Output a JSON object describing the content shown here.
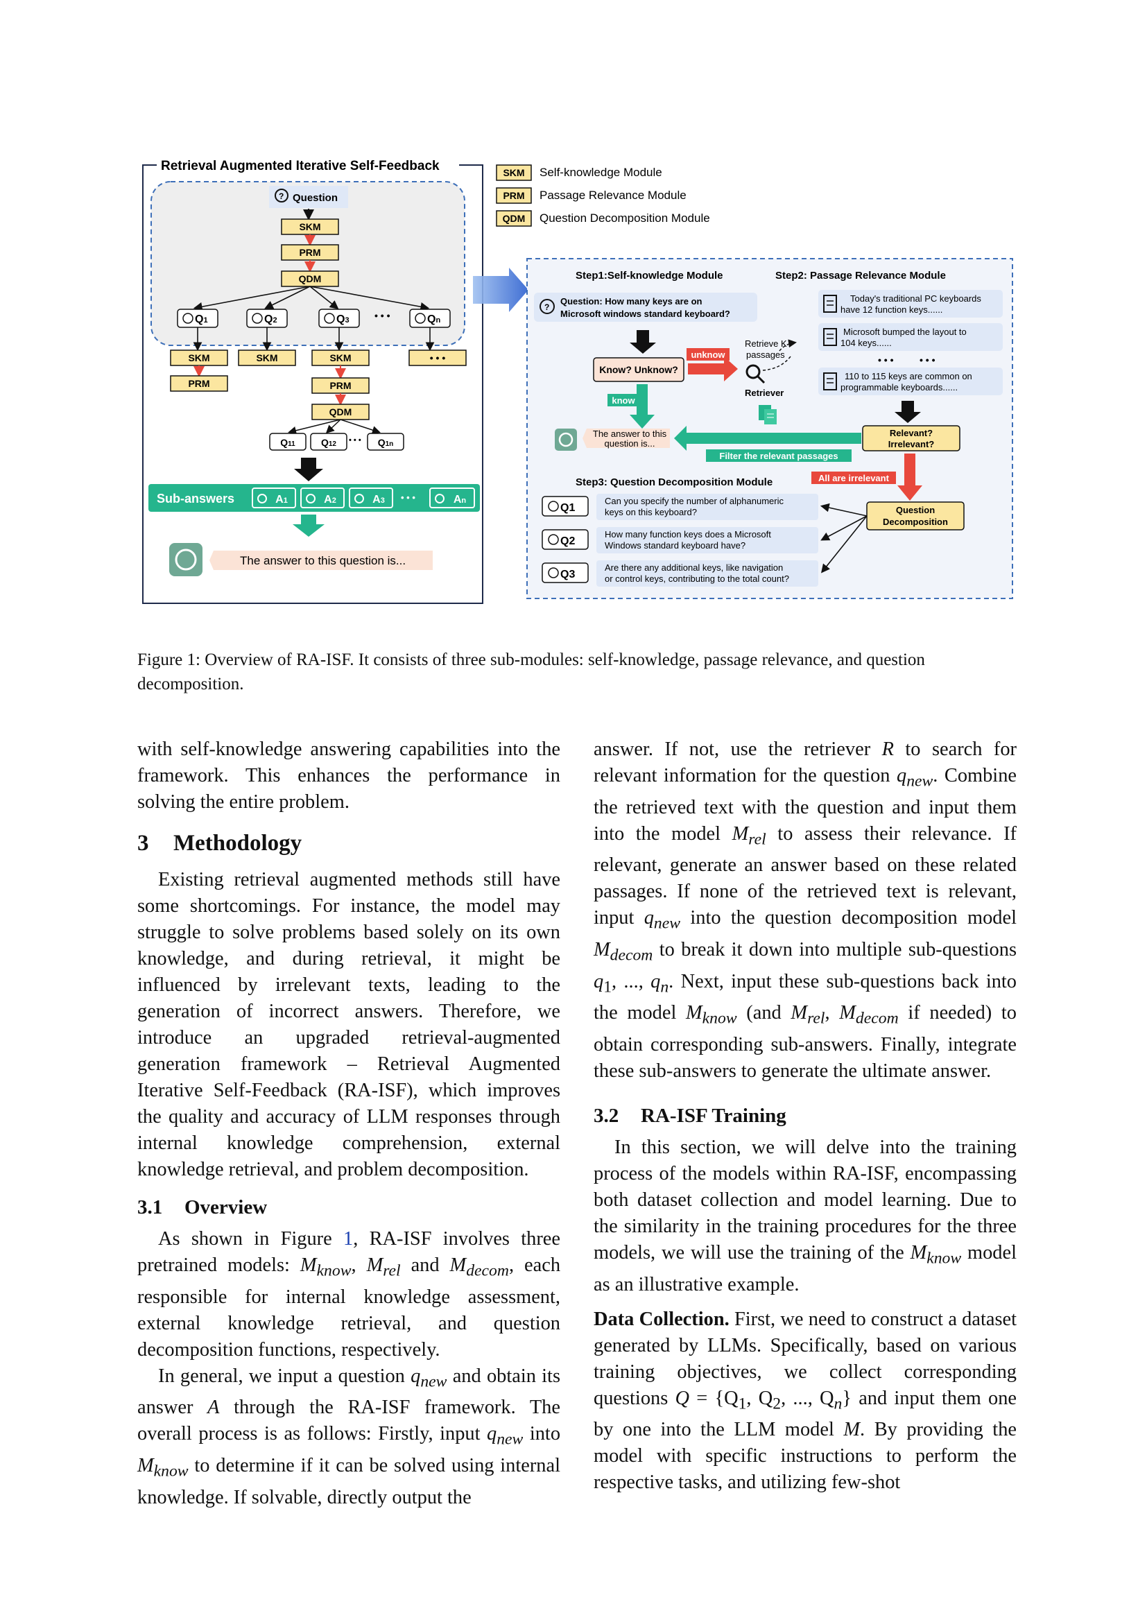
{
  "figure": {
    "left_panel_title": "Retrieval Augmented Iterative Self-Feedback",
    "legend": [
      {
        "abbr": "SKM",
        "label": "Self-knowledge Module"
      },
      {
        "abbr": "PRM",
        "label": "Passage Relevance Module"
      },
      {
        "abbr": "QDM",
        "label": "Question Decomposition Module"
      }
    ],
    "question_label": "Question",
    "skm": "SKM",
    "prm": "PRM",
    "qdm": "QDM",
    "q1": "Q",
    "q1_sub": "1",
    "q2": "Q",
    "q2_sub": "2",
    "q3": "Q",
    "q3_sub": "3",
    "qn": "Q",
    "qn_sub": "n",
    "dots": "• • •",
    "q11": "Q",
    "q11_sub": "11",
    "q12": "Q",
    "q12_sub": "12",
    "q1n": "Q",
    "q1n_sub": "1n",
    "sub_answers": "Sub-answers",
    "a1": "A",
    "a1_sub": "1",
    "a2": "A",
    "a2_sub": "2",
    "a3": "A",
    "a3_sub": "3",
    "an": "A",
    "an_sub": "n",
    "final_answer": "The answer to this question is...",
    "step1_title": "Step1:Self-knowledge Module",
    "step2_title": "Step2: Passage Relevance Module",
    "step3_title": "Step3: Question Decomposition Module",
    "step1_question_line1": "Question: How many keys are on",
    "step1_question_line2": "Microsoft windows standard keyboard?",
    "know_unknow": "Know? Unknow?",
    "unknow_tag": "unknow",
    "know_tag": "know",
    "retrieve_k_line1": "Retrieve K",
    "retrieve_k_line2": "passages",
    "retriever": "Retriever",
    "answer_small_line1": "The answer to this",
    "answer_small_line2": "question is...",
    "filter_label": "Filter the relevant passages",
    "passage1_line1": "Today's traditional PC keyboards",
    "passage1_line2": "have 12 function keys......",
    "passage2_line1": "Microsoft bumped the layout to",
    "passage2_line2": "104 keys......",
    "passage3_line1": "110 to 115 keys are common on",
    "passage3_line2": "programmable keyboards......",
    "relevant_line1": "Relevant?",
    "relevant_line2": "Irrelevant?",
    "all_irrelevant": "All are irrelevant",
    "qd_line1": "Question",
    "qd_line2": "Decomposition",
    "sq1_label": "Q1",
    "sq2_label": "Q2",
    "sq3_label": "Q3",
    "sq1_line1": "Can you specify the number of  alphanumeric",
    "sq1_line2": "keys on this keyboard?",
    "sq2_line1": "How many function keys does a Microsoft",
    "sq2_line2": "Windows standard keyboard have?",
    "sq3_line1": "Are there any additional keys, like navigation",
    "sq3_line2": "or control keys, contributing to the total count?",
    "colors": {
      "yellow": "#fbe6a0",
      "green": "#25b58d",
      "blue_bg": "#dfe8f7",
      "red": "#e8483c",
      "peach": "#fbe3d6",
      "dashed": "#3d6fb8"
    }
  },
  "caption": "Figure 1: Overview of RA-ISF. It consists of three sub-modules: self-knowledge, passage relevance, and question decomposition.",
  "left": {
    "p0": "with self-knowledge answering capabilities into the framework. This enhances the performance in solving the entire problem.",
    "sec3_num": "3",
    "sec3_title": "Methodology",
    "p1": "Existing retrieval augmented methods still have some shortcomings. For instance, the model may struggle to solve problems based solely on its own knowledge, and during retrieval, it might be influenced by irrelevant texts, leading to the generation of incorrect answers. Therefore, we introduce an upgraded retrieval-augmented generation framework – Retrieval Augmented Iterative Self-Feedback (RA-ISF), which improves the quality and accuracy of LLM responses through internal knowledge comprehension, external knowledge retrieval, and problem decomposition.",
    "sub31_num": "3.1",
    "sub31_title": "Overview",
    "p2_a": "As shown in Figure ",
    "p2_ref": "1",
    "p2_b": ", RA-ISF involves three pretrained models: ",
    "mk": "M",
    "know": "know",
    "rel": "rel",
    "decom": "decom",
    "p2_c": " and ",
    "p2_d": ", each responsible for internal knowledge assessment, external knowledge retrieval, and question decomposition functions, respectively.",
    "p3_a": "In general, we input a question ",
    "q": "q",
    "new": "new",
    "p3_b": " and obtain its answer ",
    "A": "A",
    "p3_c": " through the RA-ISF framework. The overall process is as follows: Firstly, input ",
    "p3_d": " into ",
    "p3_e": " to determine if it can be solved using internal knowledge. If solvable, directly output the"
  },
  "right": {
    "p4_a": "answer. If not, use the retriever ",
    "R": "R",
    "p4_b": " to search for relevant information for the question ",
    "p4_c": ". Combine the retrieved text with the question and input them into the model ",
    "p4_d": " to assess their relevance. If relevant, generate an answer based on these related passages. If none of the retrieved text is relevant, input ",
    "p4_e": " into the question decomposition model ",
    "p4_f": " to break it down into multiple sub-questions ",
    "q1": "q",
    "s1": "1",
    "qn": "q",
    "sn": "n",
    "p4_g": ". Next, input these sub-questions back into the model ",
    "p4_h": " (and ",
    "p4_i": " if needed) to obtain corresponding sub-answers. Finally, integrate these sub-answers to generate the ultimate answer.",
    "sub32_num": "3.2",
    "sub32_title": "RA-ISF Training",
    "p5": "In this section, we will delve into the training process of the models within RA-ISF, encompassing both dataset collection and model learning. Due to the similarity in the training procedures for the three models, we will use the training of the ",
    "p5_b": " model as an illustrative example.",
    "dc_title": "Data Collection.",
    "p6_a": " First, we need to construct a dataset generated by LLMs. Specifically, based on various training objectives, we collect corresponding questions ",
    "Q": "Q",
    "set": " = {Q",
    "set_rest": ", Q",
    "set_end": ", ..., Q",
    "set_close": "}",
    "p6_b": " and input them one by one into the LLM model ",
    "p6_c": ". By providing the model with specific instructions to perform the respective tasks, and utilizing few-shot"
  }
}
